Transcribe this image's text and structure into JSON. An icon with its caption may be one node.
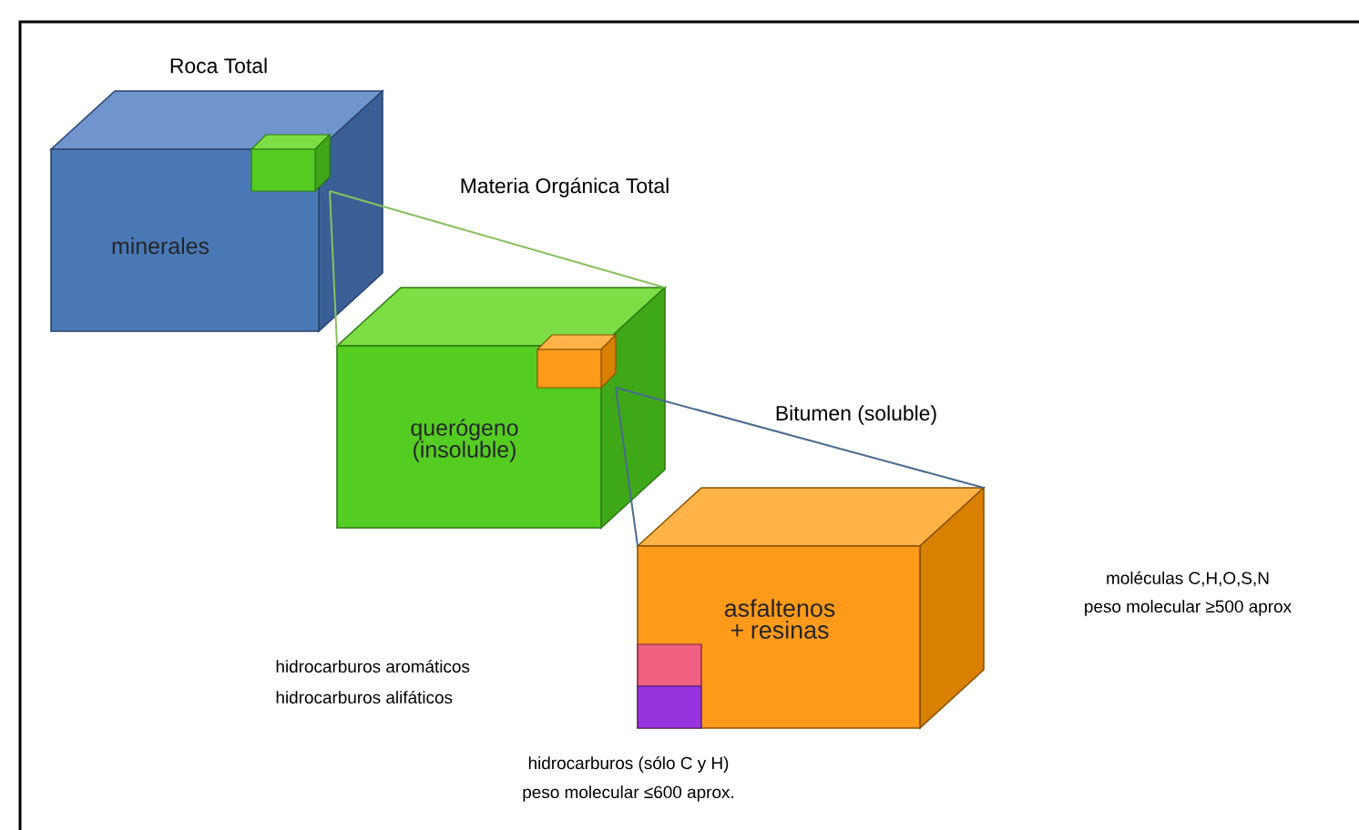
{
  "diagram": {
    "nodes": [
      {
        "text": [
          "Roca Total",
          "minerales"
        ]
      },
      {
        "text": [],
        "shape": "box",
        "in": 0
      },
      {
        "text": [
          "querógeno (insoluble)"
        ]
      },
      {
        "text": [],
        "shape": "box",
        "in": 2
      },
      {
        "text": [
          "asfaltenos + resinas"
        ],
        "beside": [
          "moléculas C,H,O,S,N",
          "peso molecular ≥500 aprox"
        ]
      },
      {
        "text": [],
        "shape": "box",
        "in": 4
      },
      {
        "text": [],
        "shape": "box",
        "in": 4
      }
    ],
    "edges": [
      {
        "from": 1,
        "to": 2,
        "arrow": "none",
        "color": "#88c060"
      },
      {
        "from": 1,
        "to": 2,
        "arrow": "none",
        "color": "#88c060"
      },
      {
        "from": 3,
        "to": 4,
        "arrow": "none",
        "color": "#4a6a90"
      },
      {
        "from": 3,
        "to": 4,
        "arrow": "none",
        "color": "#4a6a90"
      }
    ],
    "labels": [
      "Materia Orgánica Total",
      "Bitumen (soluble)",
      "hidrocarburos aromáticos",
      "hidrocarburos alifáticos",
      "hidrocarburos (sólo C y H)",
      "peso molecular ≤600 aprox."
    ]
  }
}
